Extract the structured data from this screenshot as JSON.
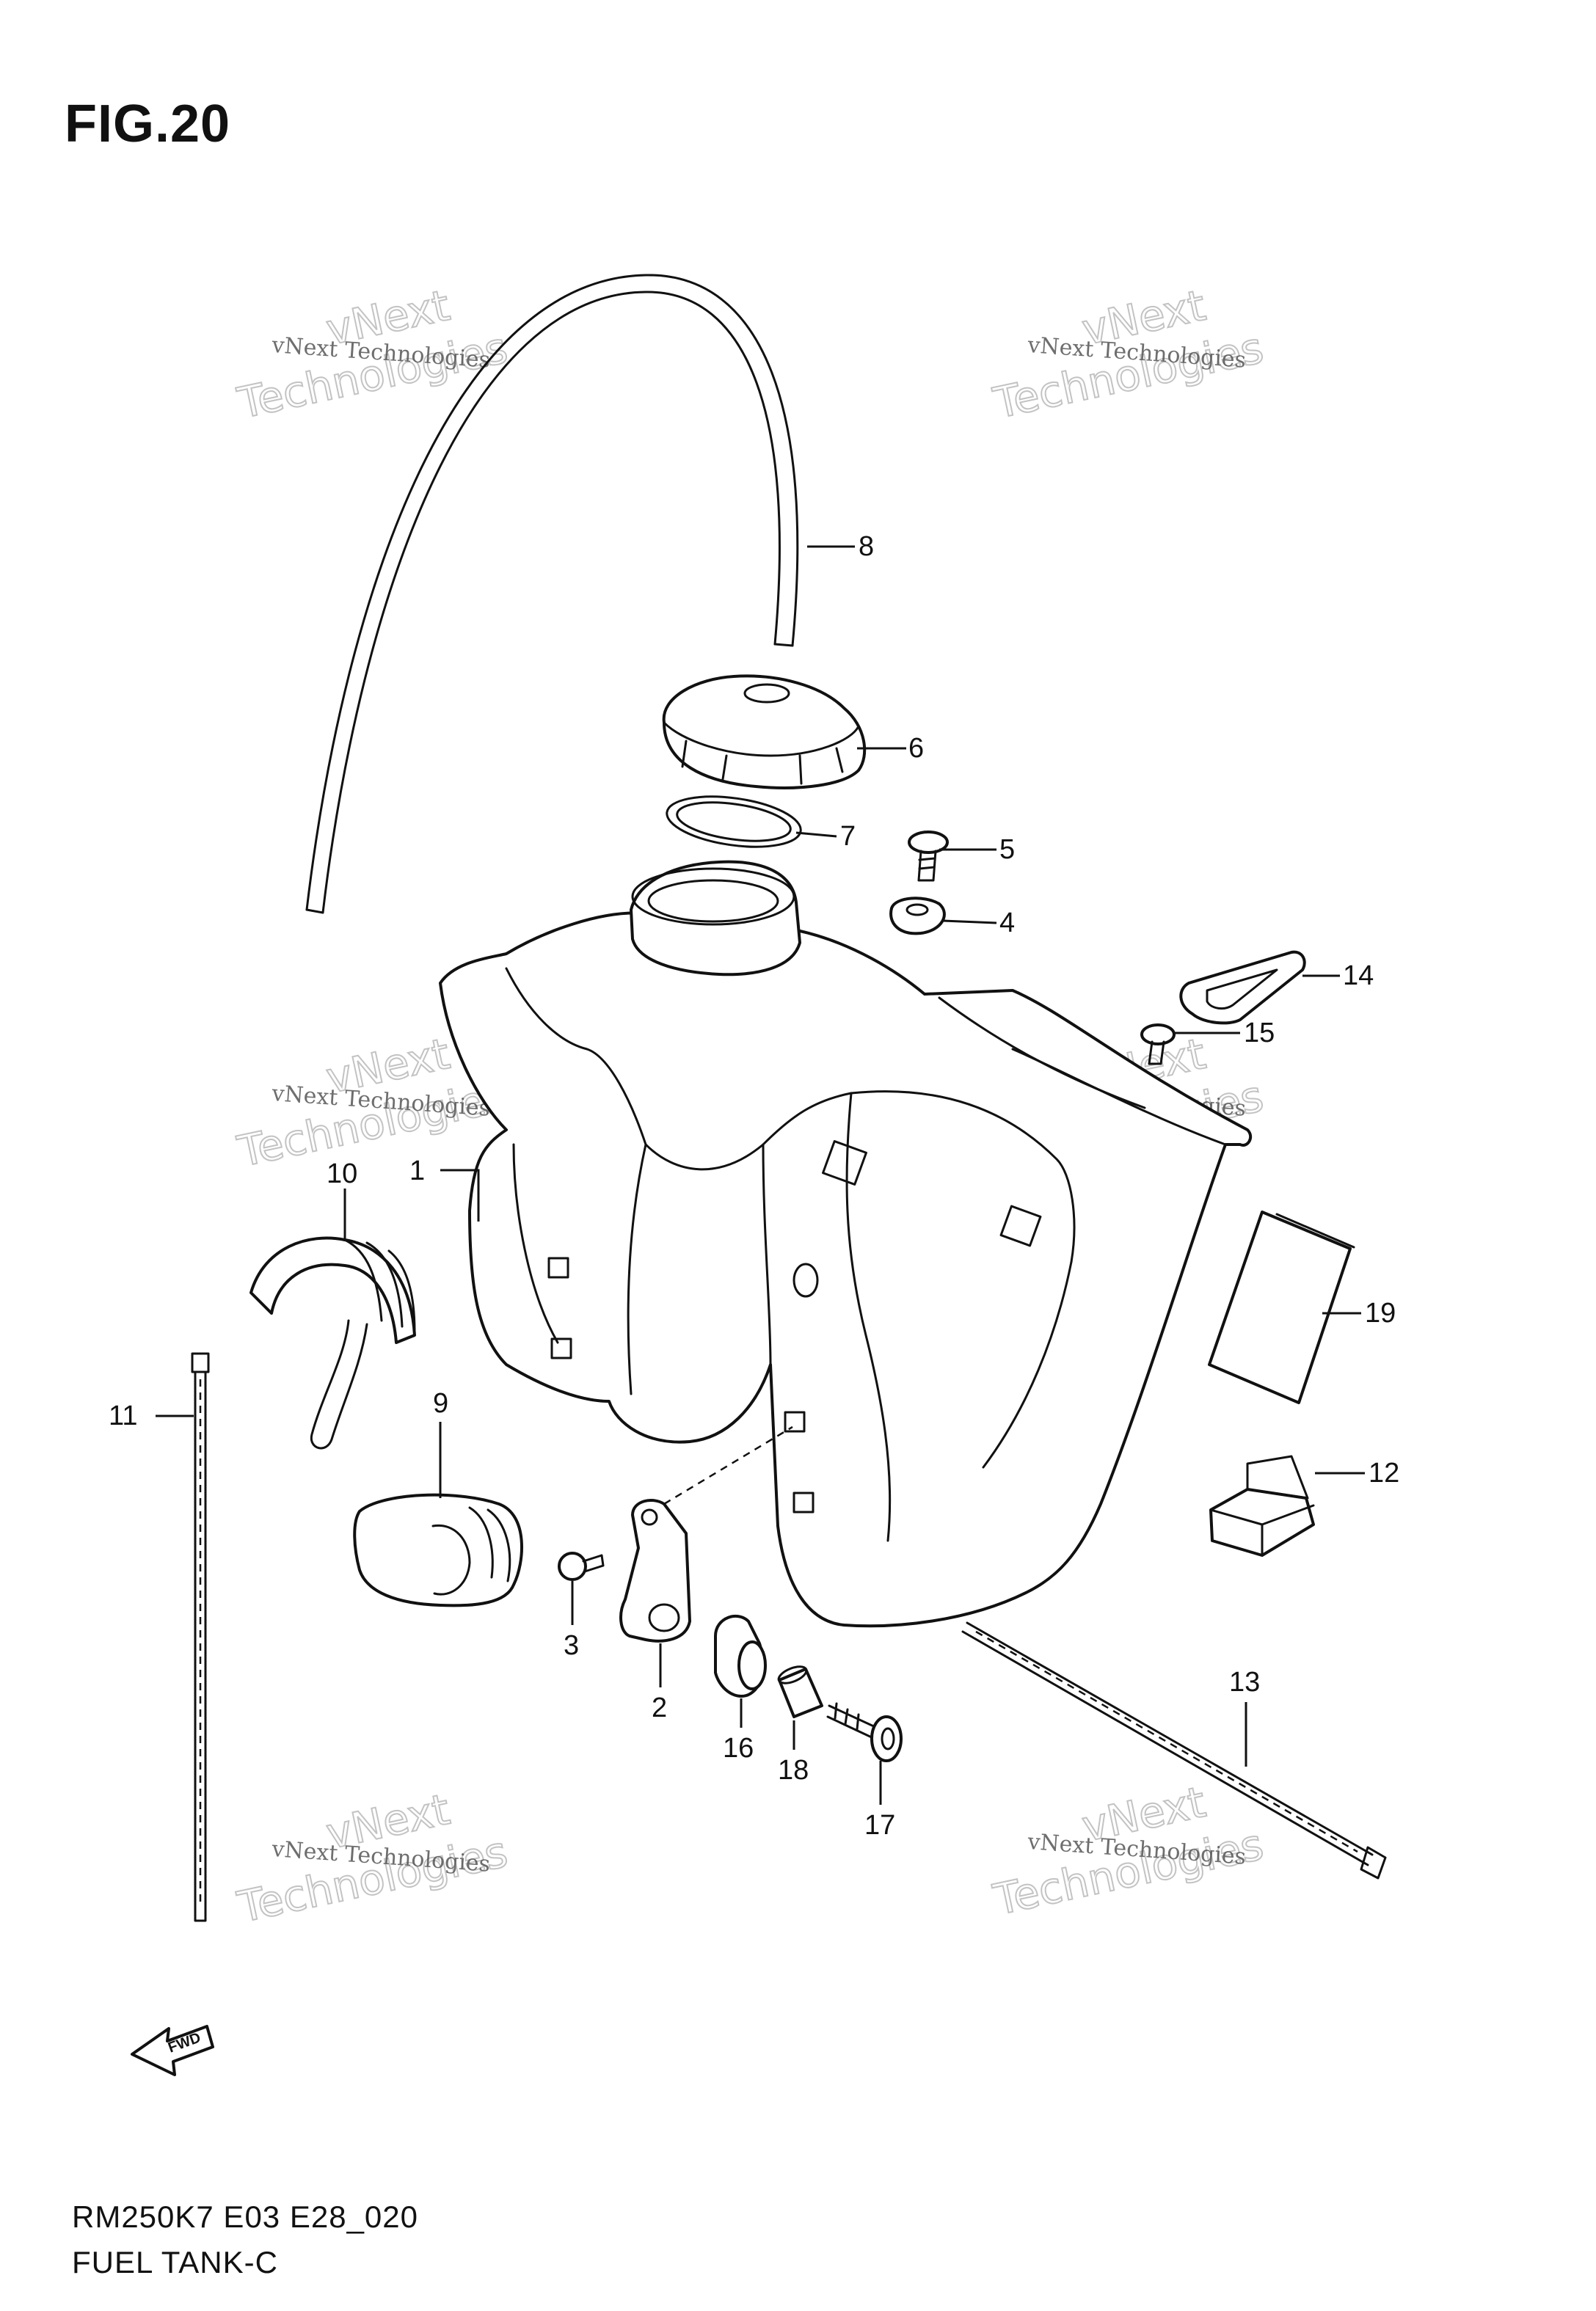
{
  "figure": {
    "title": "FIG.20",
    "code": "RM250K7 E03 E28_020",
    "name": "FUEL TANK-C"
  },
  "watermark": {
    "line1": "vNext Technologies",
    "line2": "vNext",
    "line3": "Technologies"
  },
  "callouts": [
    {
      "id": "1",
      "text": "1"
    },
    {
      "id": "2",
      "text": "2"
    },
    {
      "id": "3",
      "text": "3"
    },
    {
      "id": "4",
      "text": "4"
    },
    {
      "id": "5",
      "text": "5"
    },
    {
      "id": "6",
      "text": "6"
    },
    {
      "id": "7",
      "text": "7"
    },
    {
      "id": "8",
      "text": "8"
    },
    {
      "id": "9",
      "text": "9"
    },
    {
      "id": "10",
      "text": "10"
    },
    {
      "id": "11",
      "text": "11"
    },
    {
      "id": "12",
      "text": "12"
    },
    {
      "id": "13",
      "text": "13"
    },
    {
      "id": "14",
      "text": "14"
    },
    {
      "id": "15",
      "text": "15"
    },
    {
      "id": "16",
      "text": "16"
    },
    {
      "id": "17",
      "text": "17"
    },
    {
      "id": "18",
      "text": "18"
    },
    {
      "id": "19",
      "text": "19"
    }
  ],
  "direction_arrow": {
    "label": "FWD"
  }
}
